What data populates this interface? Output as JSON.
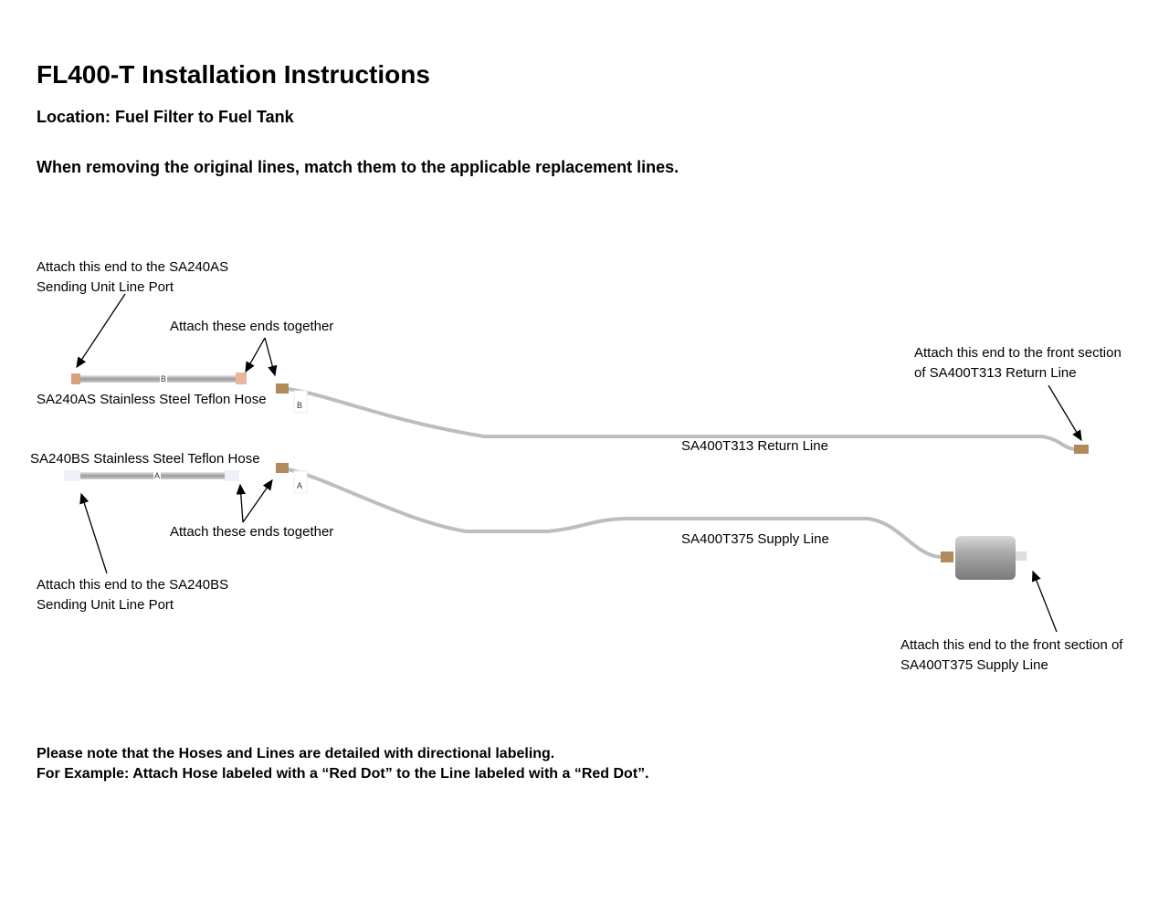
{
  "title": "FL400-T Installation Instructions",
  "location": "Location: Fuel Filter to Fuel Tank",
  "instruction": "When removing the original lines, match them to the applicable replacement lines.",
  "labels": {
    "hose_a_port_1": "Attach this end to the SA240AS",
    "hose_a_port_2": "Sending Unit Line Port",
    "attach_together_top": "Attach  these ends together",
    "hose_a_name": "SA240AS Stainless Steel Teflon Hose",
    "hose_b_name": "SA240BS Stainless Steel Teflon Hose",
    "attach_together_bottom": "Attach  these ends together",
    "hose_b_port_1": "Attach this end to the SA240BS",
    "hose_b_port_2": "Sending Unit Line Port",
    "return_front_1": "Attach this end to the front section",
    "return_front_2": "of SA400T313 Return Line",
    "return_line": "SA400T313 Return Line",
    "supply_line": "SA400T375 Supply Line",
    "supply_front_1": "Attach this end to the front section of",
    "supply_front_2": "SA400T375 Supply Line",
    "tag_b": "B",
    "tag_a": "A"
  },
  "footer": {
    "line1": "Please note that the Hoses and Lines are detailed with directional labeling.",
    "line2": "For Example: Attach Hose labeled with a “Red Dot” to the Line labeled with a “Red Dot”."
  }
}
